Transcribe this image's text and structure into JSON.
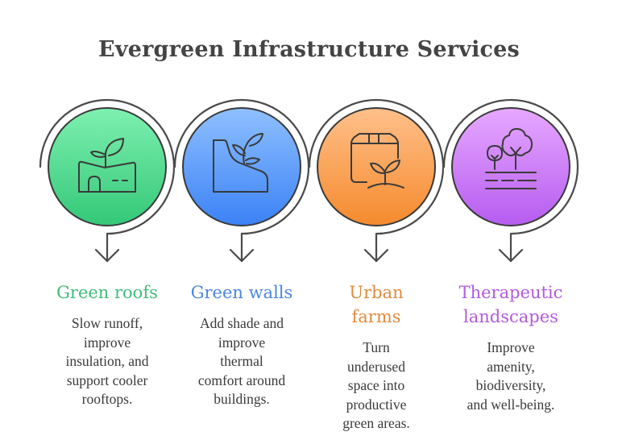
{
  "title": "Evergreen Infrastructure Services",
  "items": [
    {
      "heading": "Green roofs",
      "heading_lines": [
        "Green roofs"
      ],
      "description_lines": [
        "Slow runoff,",
        "improve",
        "insulation, and",
        "support cooler",
        "rooftops."
      ],
      "icon": "plant-on-building-icon",
      "color": "#3fbd7a",
      "gradient": [
        "#7ef0b0",
        "#34c878"
      ]
    },
    {
      "heading": "Green walls",
      "heading_lines": [
        "Green walls"
      ],
      "description_lines": [
        "Add shade and",
        "improve",
        "thermal",
        "comfort around",
        "buildings."
      ],
      "icon": "plant-on-wall-icon",
      "color": "#4a86e0",
      "gradient": [
        "#8fc0ff",
        "#3b82f6"
      ]
    },
    {
      "heading": "Urban farms",
      "heading_lines": [
        "Urban",
        "farms"
      ],
      "description_lines": [
        "Turn",
        "underused",
        "space into",
        "productive",
        "green areas."
      ],
      "icon": "box-with-sprout-icon",
      "color": "#e08a3c",
      "gradient": [
        "#ffc08a",
        "#f58a2e"
      ]
    },
    {
      "heading": "Therapeutic landscapes",
      "heading_lines": [
        "Therapeutic",
        "landscapes"
      ],
      "description_lines": [
        "Improve",
        "amenity,",
        "biodiversity,",
        "and well-being."
      ],
      "icon": "trees-landscape-icon",
      "color": "#b25ae0",
      "gradient": [
        "#e7a8ff",
        "#b65cf0"
      ]
    }
  ]
}
